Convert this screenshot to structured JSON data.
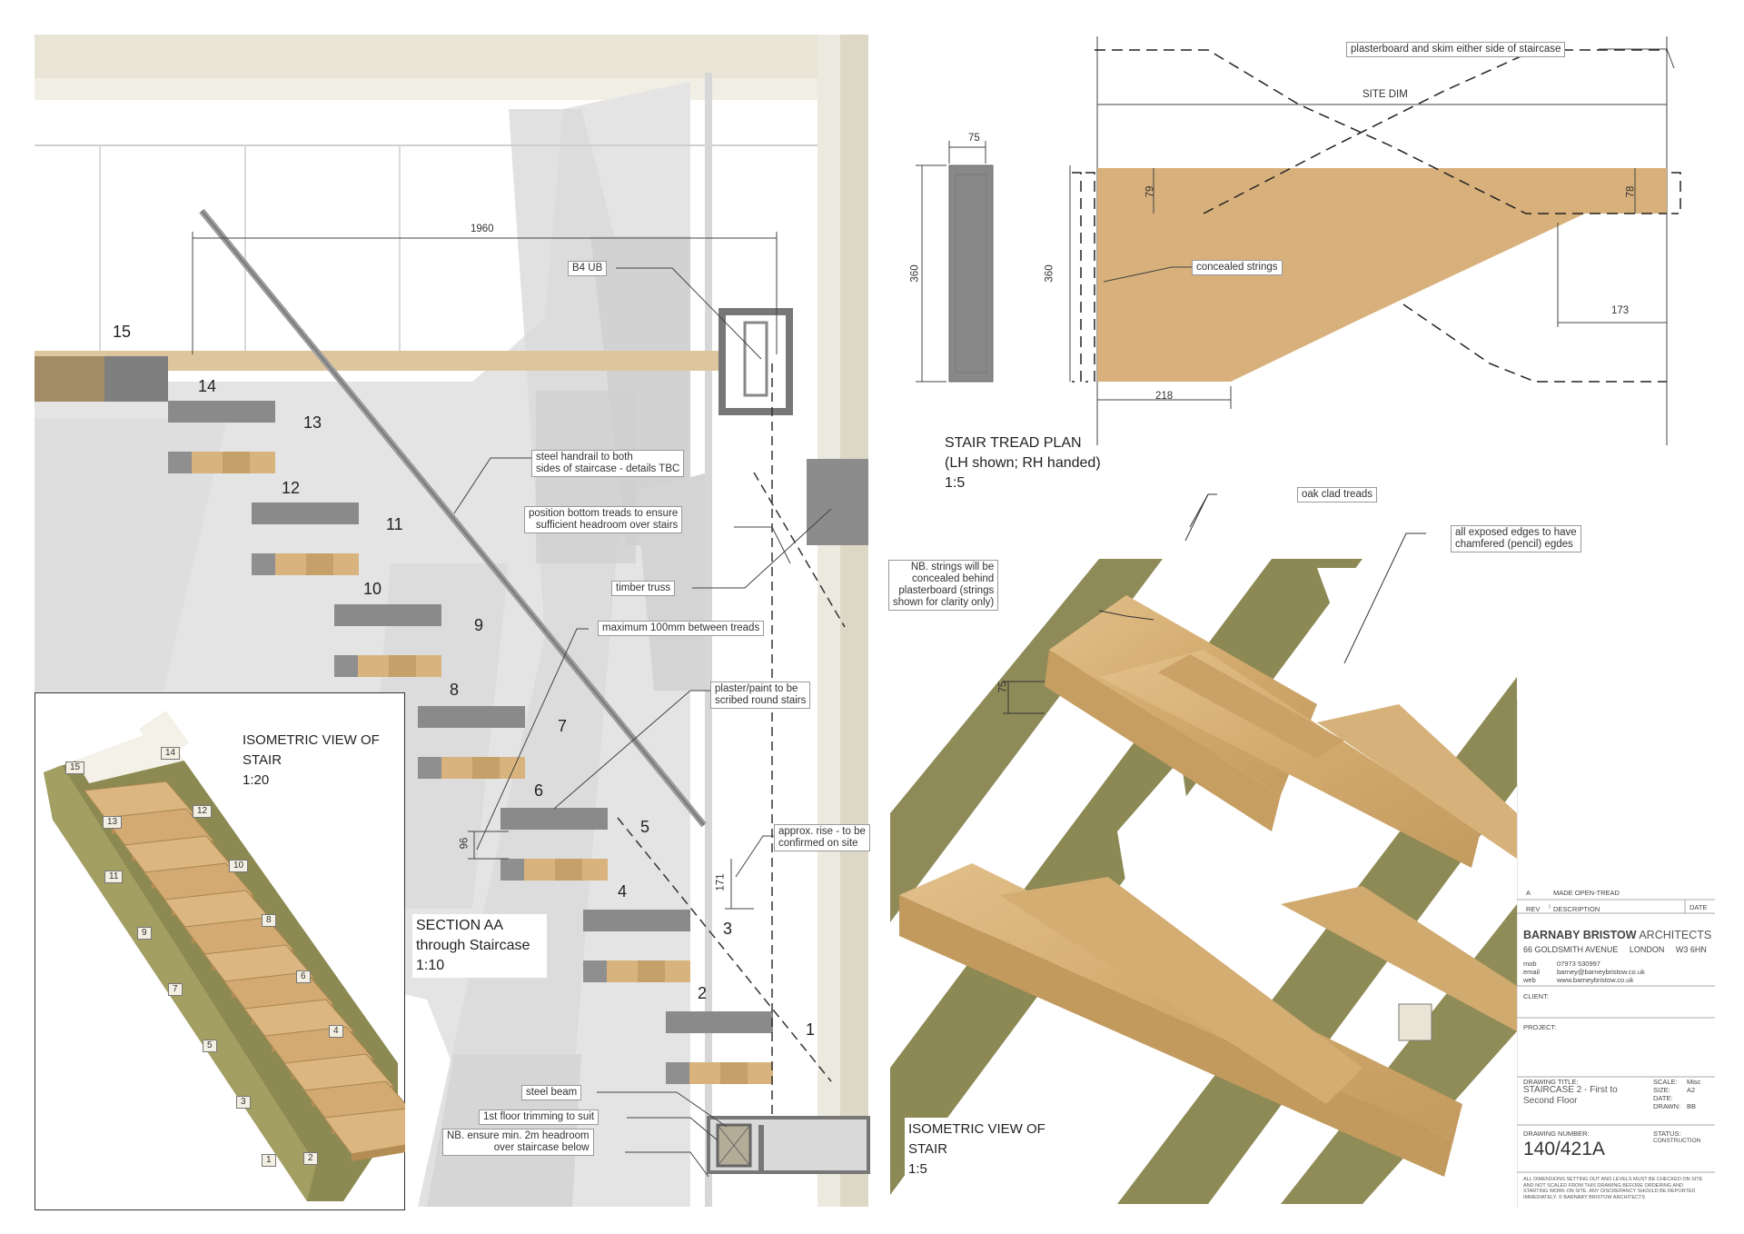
{
  "section": {
    "title": [
      "SECTION AA",
      "through Staircase",
      "1:10"
    ],
    "tread_numbers": [
      "15",
      "14",
      "13",
      "12",
      "11",
      "10",
      "9",
      "8",
      "7",
      "6",
      "5",
      "4",
      "3",
      "2",
      "1"
    ],
    "dims": {
      "span": "1960",
      "gap": "96",
      "rise": "171"
    },
    "callouts": {
      "ub": "B4 UB",
      "handrail": [
        "steel handrail to both",
        "sides of staircase - details TBC"
      ],
      "position": [
        "position bottom treads to ensure",
        "sufficient headroom over stairs"
      ],
      "truss": "timber truss",
      "max_gap": "maximum 100mm between treads",
      "plaster": [
        "plaster/paint to be",
        "scribed round stairs"
      ],
      "rise": [
        "approx. rise - to be",
        "confirmed on site"
      ],
      "steel_beam": "steel beam",
      "trimming": "1st floor trimming to suit",
      "headroom": [
        "NB. ensure min. 2m headroom",
        "over staircase below"
      ]
    }
  },
  "iso_small": {
    "title": [
      "ISOMETRIC VIEW OF",
      "STAIR",
      "1:20"
    ],
    "labels": [
      "15",
      "14",
      "13",
      "12",
      "11",
      "10",
      "9",
      "8",
      "7",
      "6",
      "5",
      "4",
      "3",
      "2",
      "1"
    ]
  },
  "plan": {
    "title": [
      "STAIR TREAD PLAN",
      "(LH shown; RH handed)",
      "1:5"
    ],
    "dims": {
      "w75": "75",
      "h360a": "360",
      "h360b": "360",
      "d79": "79",
      "d78": "78",
      "d218": "218",
      "d173": "173",
      "site": "SITE DIM"
    },
    "callouts": {
      "plasterboard": "plasterboard and skim either side of staircase",
      "strings": "concealed strings"
    }
  },
  "iso_large": {
    "title": [
      "ISOMETRIC VIEW OF",
      "STAIR",
      "1:5"
    ],
    "dim75": "75",
    "callouts": {
      "oak": "oak clad treads",
      "edges": [
        "all exposed edges to have",
        "chamfered (pencil) egdes"
      ],
      "strings": [
        "NB. strings will be",
        "concealed behind",
        "plasterboard (strings",
        "shown for clarity only)"
      ]
    }
  },
  "title_block": {
    "rev_letter": "A",
    "rev_desc": "MADE OPEN-TREAD",
    "rev_label": "REV",
    "desc_label": "DESCRIPTION",
    "date_label": "DATE",
    "firm_bold": "BARNABY BRISTOW",
    "firm_rest": " ARCHITECTS",
    "address": "66 GOLDSMITH AVENUE     LONDON     W3 6HN",
    "contact_labels": [
      "mob",
      "email",
      "web"
    ],
    "contact_values": [
      "07973 530997",
      "barney@barneybristow.co.uk",
      "www.barneybristow.co.uk"
    ],
    "client_label": "CLIENT:",
    "project_label": "PROJECT:",
    "drawing_title_label": "DRAWING TITLE:",
    "drawing_title": [
      "STAIRCASE 2 - First to",
      "Second Floor"
    ],
    "scale_labels": [
      "SCALE:",
      "SIZE:",
      "DATE:",
      "DRAWN:"
    ],
    "scale_values": [
      "Misc",
      "A2",
      "",
      "BB"
    ],
    "number_label": "DRAWING NUMBER:",
    "number": "140/421A",
    "status_label": "STATUS:",
    "status": "CONSTRUCTION",
    "footer": [
      "ALL DIMENSIONS SETTING OUT AND LEVELS MUST BE CHECKED ON SITE",
      "AND NOT SCALED FROM THIS DRAWING BEFORE ORDERING AND",
      "STARTING WORK ON SITE. ANY DISCREPANCY SHOULD BE REPORTED",
      "IMMEDIATELY.        © BARNABY BRISTOW ARCHITECTS"
    ]
  },
  "colors": {
    "oak": "#d9b37e",
    "oak_dark": "#b8935c",
    "steel": "#8a8a8a",
    "shadow": "#d6d6d6",
    "wall": "#e6e2d6"
  }
}
